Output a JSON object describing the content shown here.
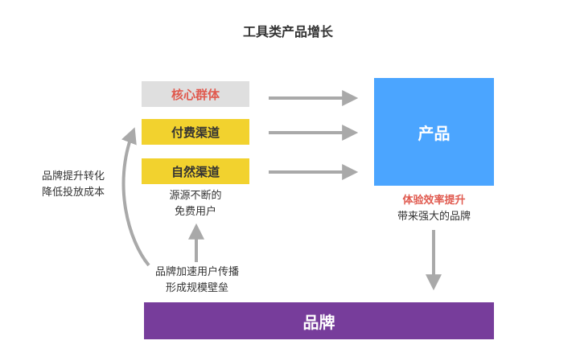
{
  "title": "工具类产品增长",
  "channels": {
    "core": "核心群体",
    "paid": "付费渠道",
    "natural": "自然渠道"
  },
  "product_label": "产品",
  "brand_label": "品牌",
  "notes": {
    "natural_line1": "源源不断的",
    "natural_line2": "免费用户",
    "brand_spread_line1": "品牌加速用户传播",
    "brand_spread_line2": "形成规模壁垒",
    "brand_left_line1": "品牌提升转化",
    "brand_left_line2": "降低投放成本",
    "product_line1": "体验效率提升",
    "product_line2": "带来强大的品牌"
  },
  "colors": {
    "core_bg": "#dfdfdf",
    "channel_bg": "#f2d22e",
    "product_bg": "#4ba5ff",
    "brand_bg": "#773d9b",
    "accent_red": "#e05a4f",
    "arrow": "#a9a9a9"
  }
}
